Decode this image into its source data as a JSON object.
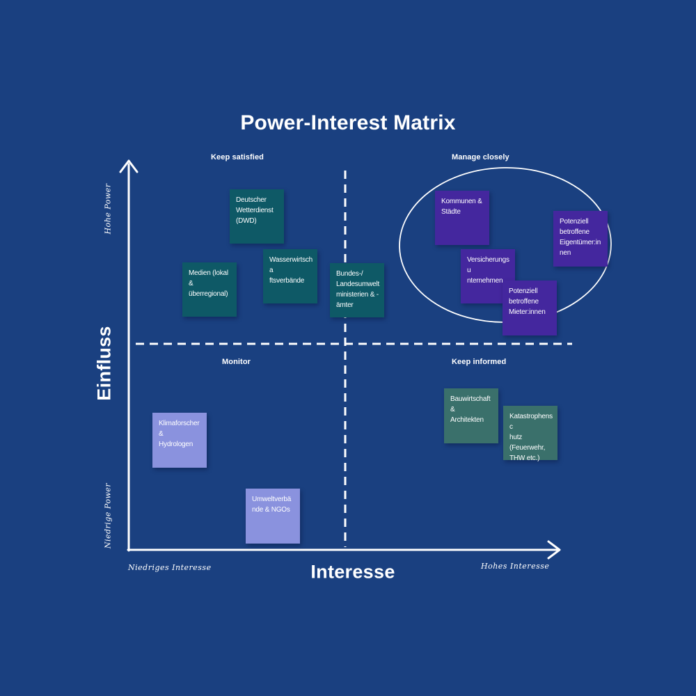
{
  "title": "Power-Interest Matrix",
  "colors": {
    "background": "#1a4080",
    "teal_note": "#0e5966",
    "green_note": "#3a706b",
    "purple_note": "#44279e",
    "periwinkle_note": "#8a92de",
    "line": "#ffffff"
  },
  "axes": {
    "y_title": "Einfluss",
    "x_title": "Interesse",
    "y_high_label": "Hohe Power",
    "y_low_label": "Niedrige Power",
    "x_low_label": "Niedriges Interesse",
    "x_high_label": "Hohes Interesse"
  },
  "quadrants": {
    "top_left": {
      "label": "Keep satisfied"
    },
    "top_right": {
      "label": "Manage closely"
    },
    "bottom_left": {
      "label": "Monitor"
    },
    "bottom_right": {
      "label": "Keep informed"
    }
  },
  "notes": [
    {
      "text": "Deutscher\nWetterdienst\n(DWD)",
      "quadrant": "top_left",
      "color": "teal"
    },
    {
      "text": "Medien (lokal &\nüberregional)",
      "quadrant": "top_left",
      "color": "teal"
    },
    {
      "text": "Wasserwirtscha\nftsverbände",
      "quadrant": "top_left",
      "color": "teal"
    },
    {
      "text": "Bundes-/\nLandesumwelt\nministerien & -\nämter",
      "quadrant": "top_left",
      "color": "teal"
    },
    {
      "text": "Kommunen &\nStädte",
      "quadrant": "top_right",
      "color": "purple"
    },
    {
      "text": "Potenziell\nbetroffene\nEigentümer:in\nnen",
      "quadrant": "top_right",
      "color": "purple"
    },
    {
      "text": "Versicherungsu\nnternehmen",
      "quadrant": "top_right",
      "color": "purple"
    },
    {
      "text": "Potenziell\nbetroffene\nMieter:innen",
      "quadrant": "top_right",
      "color": "purple"
    },
    {
      "text": "Klimaforscher &\nHydrologen",
      "quadrant": "bottom_left",
      "color": "periwinkle"
    },
    {
      "text": "Umweltverbä\nnde & NGOs",
      "quadrant": "bottom_left",
      "color": "periwinkle"
    },
    {
      "text": "Bauwirtschaft &\nArchitekten",
      "quadrant": "bottom_right",
      "color": "green"
    },
    {
      "text": "Katastrophensc\nhutz\n(Feuerwehr,\nTHW etc.)",
      "quadrant": "bottom_right",
      "color": "green"
    }
  ]
}
